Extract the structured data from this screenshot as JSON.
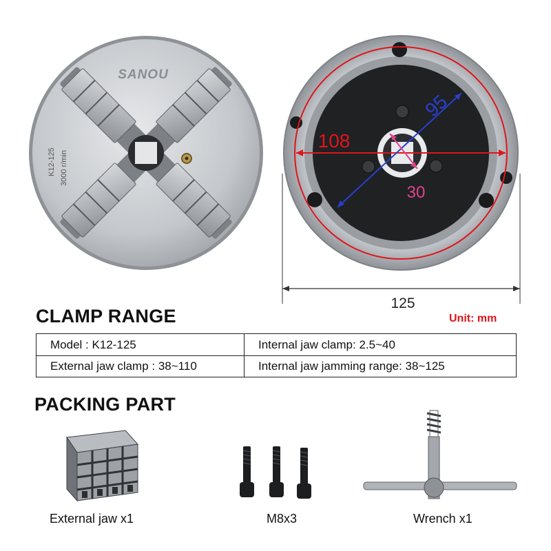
{
  "front_chuck": {
    "brand": "SANOU",
    "model_mark": "K12-125",
    "speed_mark": "3000 r/min"
  },
  "back_chuck": {
    "dim_outer": "125",
    "dim_red": "108",
    "dim_blue": "95",
    "dim_bore": "30"
  },
  "clamp": {
    "heading": "CLAMP RANGE",
    "unit": "Unit: mm",
    "rows": [
      [
        "Model : K12-125",
        "Internal jaw clamp: 2.5~40"
      ],
      [
        "External jaw clamp : 38~110",
        "Internal jaw jamming range: 38~125"
      ]
    ]
  },
  "packing": {
    "heading": "PACKING PART",
    "items": [
      {
        "label": "External jaw x1",
        "icon": "jaw-set-icon"
      },
      {
        "label": "M8x3",
        "icon": "bolt-icon"
      },
      {
        "label": "Wrench x1",
        "icon": "chuck-key-icon"
      }
    ]
  },
  "colors": {
    "red_dim": "#e0151b",
    "blue_dim": "#2a3fcc",
    "pink_dim": "#e0448c",
    "unit_red": "#e0151b"
  }
}
